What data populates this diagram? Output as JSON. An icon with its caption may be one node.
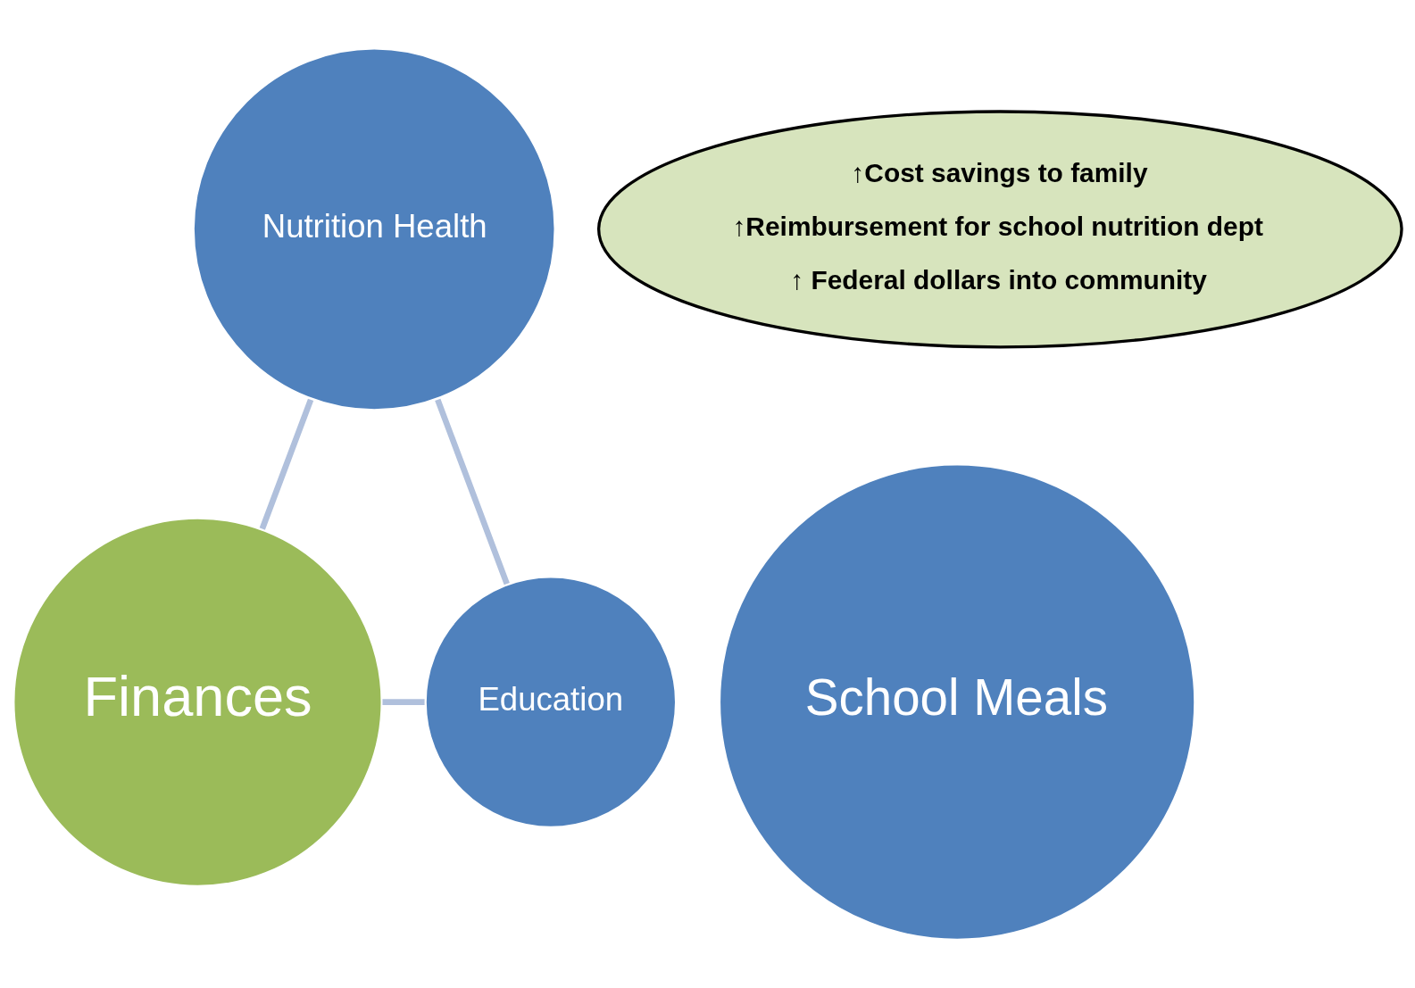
{
  "diagram": {
    "nodes": [
      {
        "text": [
          "Nutrition Health"
        ]
      },
      {
        "text": [
          "School Meals"
        ]
      },
      {
        "text": [
          "Education"
        ]
      },
      {
        "text": [
          "Finances"
        ]
      },
      {
        "text": [
          "↑Cost savings to family",
          "↑Reimbursement for school nutrition dept",
          "↑ Federal dollars into community"
        ]
      }
    ],
    "edges": [
      {
        "from": 0,
        "to": 3,
        "arrow": "none"
      },
      {
        "from": 3,
        "to": 2,
        "arrow": "none"
      },
      {
        "from": 2,
        "to": 0,
        "arrow": "none"
      }
    ]
  }
}
